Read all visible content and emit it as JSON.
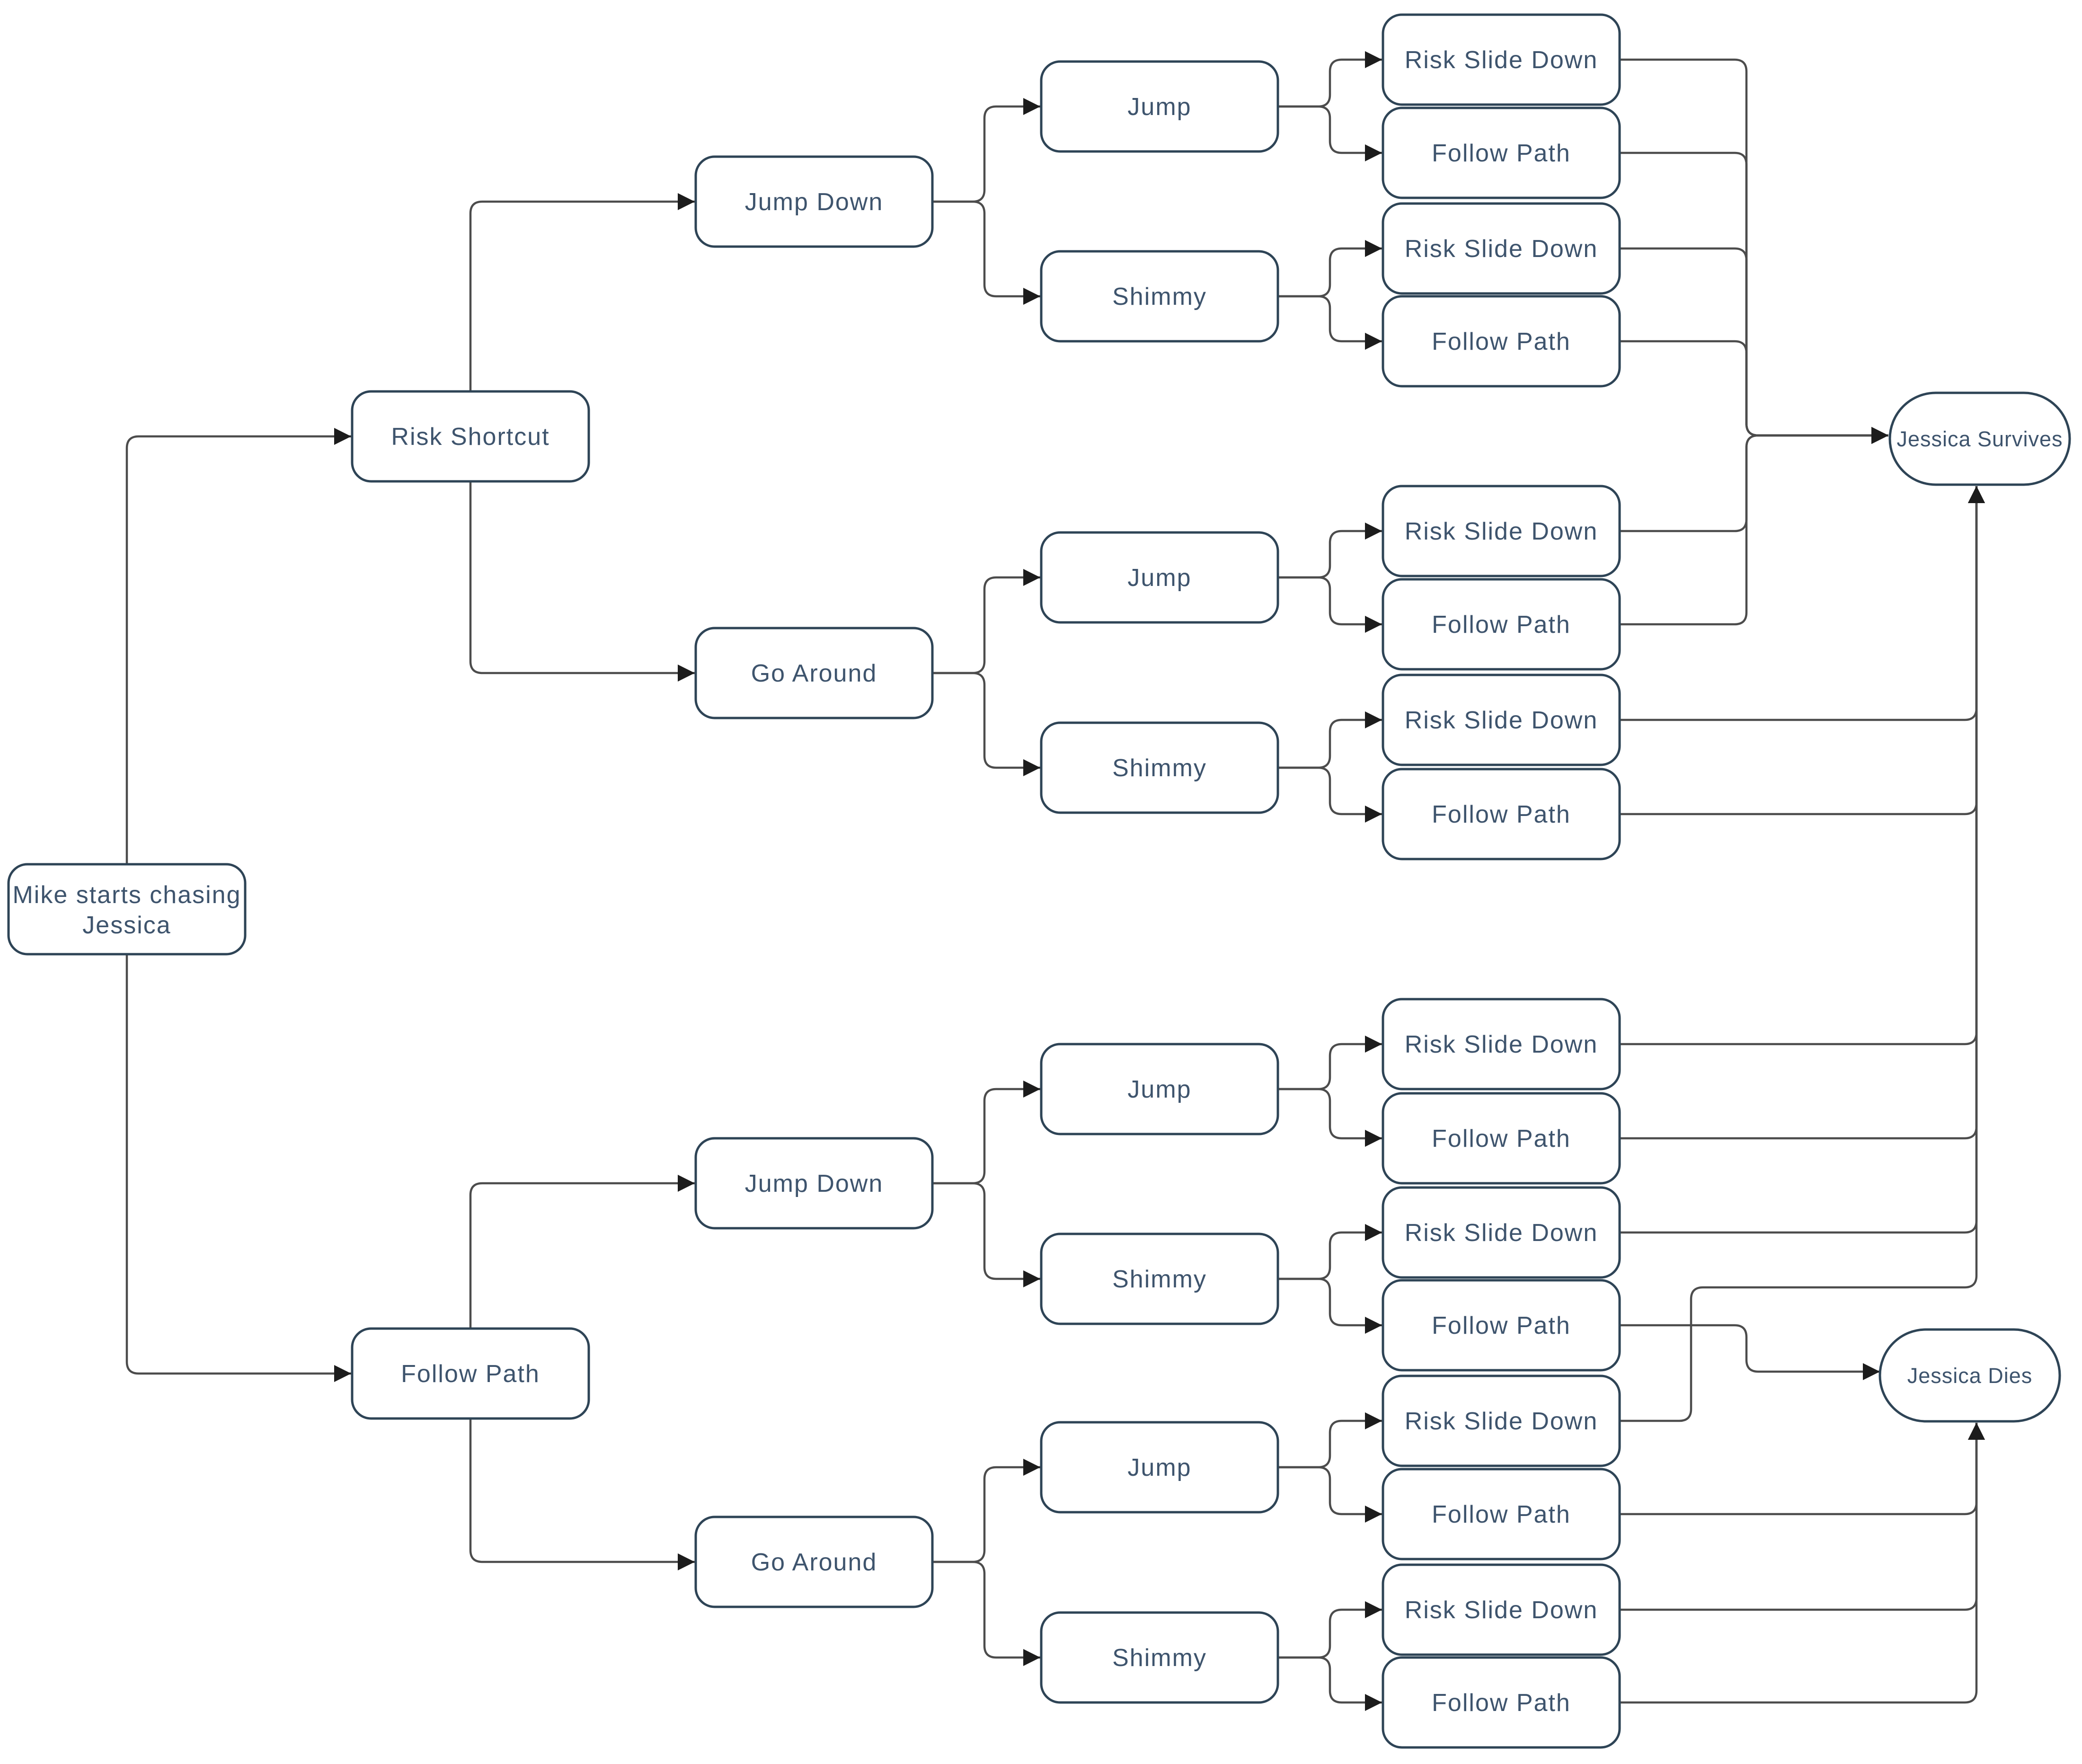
{
  "diagram": {
    "title_implicit": "Decision flowchart",
    "colors": {
      "background": "#ffffff",
      "node_border": "#2e4456",
      "node_fill": "#ffffff",
      "node_text": "#3e546d",
      "connector": "#4c4c4c",
      "arrowhead": "#1c1c1c"
    },
    "nodes": {
      "root_line1": "Mike starts chasing",
      "root_line2": "Jessica",
      "risk_shortcut": "Risk Shortcut",
      "follow_path_branch": "Follow Path",
      "jump_down_1": "Jump Down",
      "go_around_1": "Go Around",
      "jump_down_2": "Jump Down",
      "go_around_2": "Go Around",
      "jump_1": "Jump",
      "shimmy_1": "Shimmy",
      "jump_2": "Jump",
      "shimmy_2": "Shimmy",
      "jump_3": "Jump",
      "shimmy_3": "Shimmy",
      "jump_4": "Jump",
      "shimmy_4": "Shimmy"
    },
    "leaves": [
      "Risk Slide Down",
      "Follow Path",
      "Risk Slide Down",
      "Follow Path",
      "Risk Slide Down",
      "Follow Path",
      "Risk Slide Down",
      "Follow Path",
      "Risk Slide Down",
      "Follow Path",
      "Risk Slide Down",
      "Follow Path",
      "Risk Slide Down",
      "Follow Path",
      "Risk Slide Down",
      "Follow Path"
    ],
    "outcomes": {
      "survives": "Jessica Survives",
      "dies": "Jessica Dies"
    }
  }
}
